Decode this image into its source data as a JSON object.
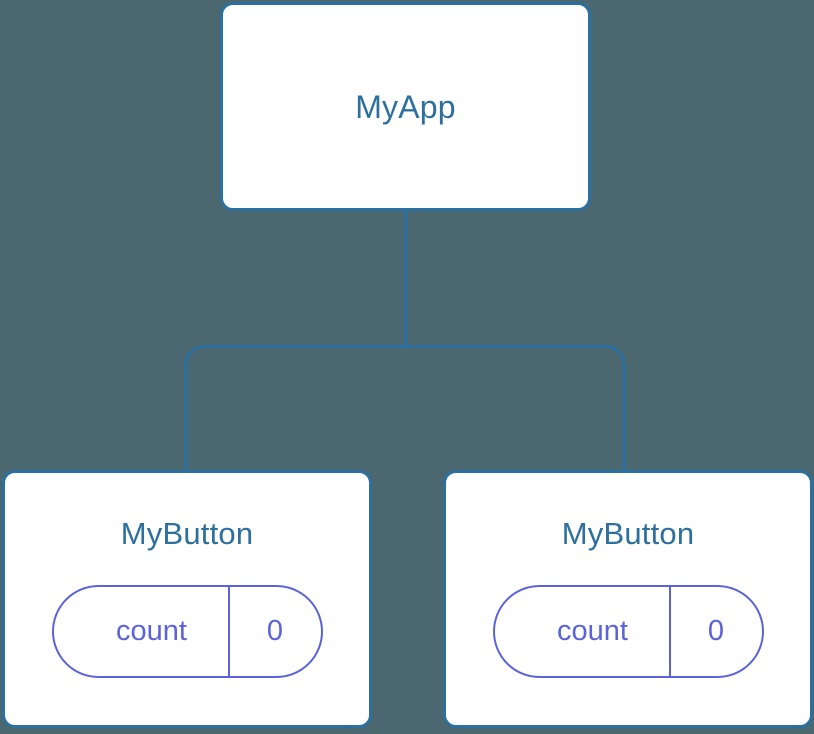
{
  "canvas": {
    "background_color": "#4b6770",
    "node_border_color": "#2b70a0",
    "node_fill_color": "#ffffff",
    "node_title_color": "#2d6f9e",
    "state_accent_color": "#5c63d8",
    "connector_color": "#2b70a0"
  },
  "tree": {
    "root": {
      "title": "MyApp"
    },
    "children": [
      {
        "title": "MyButton",
        "state": {
          "key": "count",
          "value": "0"
        }
      },
      {
        "title": "MyButton",
        "state": {
          "key": "count",
          "value": "0"
        }
      }
    ]
  }
}
